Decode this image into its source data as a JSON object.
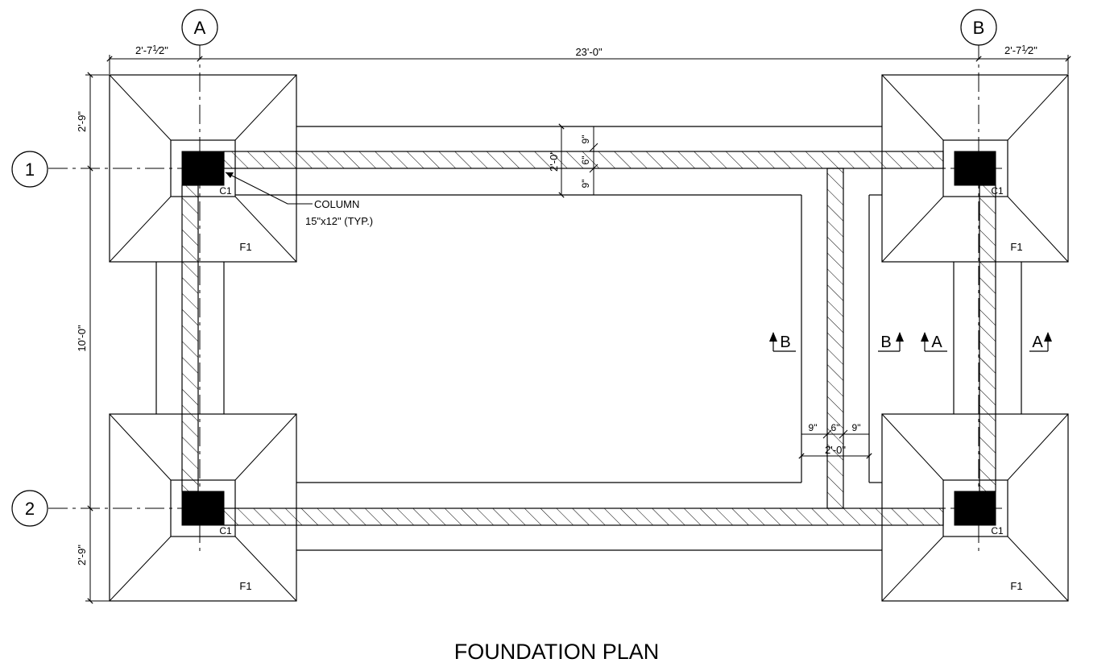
{
  "title": "FOUNDATION PLAN",
  "grid": {
    "col_a": "A",
    "col_b": "B",
    "row_1": "1",
    "row_2": "2"
  },
  "dims": {
    "left_cant": "2'-7",
    "right_cant": "2'-7",
    "frac_num": "1",
    "frac_den": "2\"",
    "span": "23'-0\"",
    "top_cant": "2'-9\"",
    "mid_span": "10'-0\"",
    "bot_cant": "2'-9\"",
    "beam_total": "2'-0\"",
    "beam_side": "9\"",
    "beam_web": "6\""
  },
  "labels": {
    "column": "COLUMN",
    "column_size": "15\"x12\" (TYP.)",
    "c1": "C1",
    "f1": "F1",
    "sec_b": "B",
    "sec_a": "A"
  }
}
